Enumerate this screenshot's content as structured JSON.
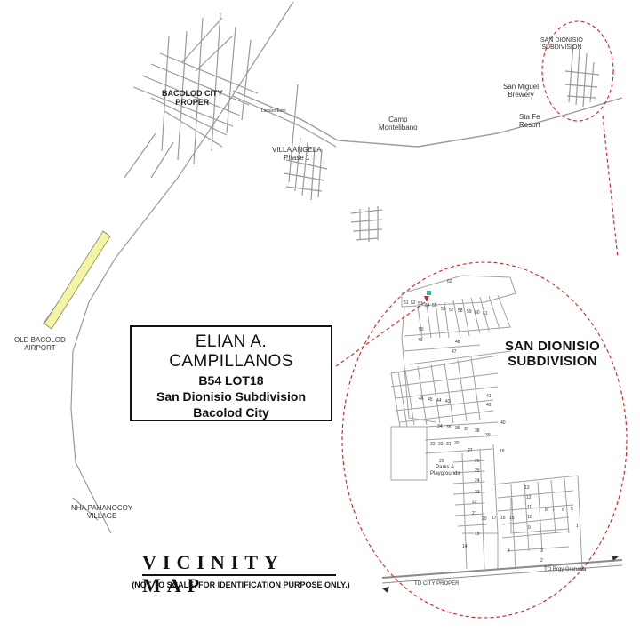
{
  "owner": {
    "name": "ELIAN A. CAMPILLANOS",
    "lot": "B54 LOT18",
    "subdivision": "San Dionisio Subdivision",
    "city": "Bacolod City"
  },
  "title": "VICINITY MAP",
  "note": "(NOT TO SCALE. FOR IDENTIFICATION PURPOSE ONLY.)",
  "subdivision_label": {
    "line1": "SAN DIONISIO",
    "line2": "SUBDIVISION"
  },
  "places": {
    "city_proper": {
      "line1": "BACOLOD CITY",
      "line2": "PROPER"
    },
    "old_airport": {
      "line1": "OLD BACOLOD",
      "line2": "AIRPORT"
    },
    "nha": {
      "line1": "NHA PAHANOCOY",
      "line2": "VILLAGE"
    },
    "villa_angela": {
      "line1": "VILLA ANGELA",
      "line2": "Phase 1"
    },
    "camp": {
      "line1": "Camp",
      "line2": "Montelibano"
    },
    "brewery": {
      "line1": "San Miguel",
      "line2": "Brewery"
    },
    "stafe": {
      "line1": "Sta Fe",
      "line2": "Resort"
    },
    "sd_small": {
      "line1": "SAN DIONISIO",
      "line2": "SUBDIVISION"
    },
    "to_city": "TO CITY PROPER",
    "to_granada": "TO Brgy Granada",
    "lacson": "Lacson Extn"
  },
  "colors": {
    "road": "#9a9a9a",
    "boundary": "#d42020",
    "airport": "#f4f4a8",
    "marker_red": "#e0201c",
    "marker_green": "#2fb89a"
  },
  "blocks": [
    {
      "id": "62",
      "n": "62"
    },
    {
      "id": "51",
      "n": "51"
    },
    {
      "id": "52",
      "n": "52"
    },
    {
      "id": "53",
      "n": "53"
    },
    {
      "id": "54",
      "n": "54"
    },
    {
      "id": "55",
      "n": "55"
    },
    {
      "id": "56",
      "n": "56"
    },
    {
      "id": "57",
      "n": "57"
    },
    {
      "id": "58",
      "n": "58"
    },
    {
      "id": "59",
      "n": "59"
    },
    {
      "id": "60",
      "n": "60"
    },
    {
      "id": "61",
      "n": "61"
    },
    {
      "id": "50",
      "n": "50"
    },
    {
      "id": "49",
      "n": "49"
    },
    {
      "id": "48",
      "n": "48"
    },
    {
      "id": "47",
      "n": "47"
    },
    {
      "id": "46",
      "n": "46"
    },
    {
      "id": "45",
      "n": "45"
    },
    {
      "id": "44",
      "n": "44"
    },
    {
      "id": "43",
      "n": "43"
    },
    {
      "id": "41",
      "n": "41"
    },
    {
      "id": "42",
      "n": "42"
    },
    {
      "id": "40",
      "n": "40"
    },
    {
      "id": "34",
      "n": "34"
    },
    {
      "id": "35",
      "n": "35"
    },
    {
      "id": "36",
      "n": "36"
    },
    {
      "id": "37",
      "n": "37"
    },
    {
      "id": "38",
      "n": "38"
    },
    {
      "id": "39",
      "n": "39"
    },
    {
      "id": "33",
      "n": "33"
    },
    {
      "id": "32",
      "n": "32"
    },
    {
      "id": "31",
      "n": "31"
    },
    {
      "id": "30",
      "n": "30"
    },
    {
      "id": "27",
      "n": "27"
    },
    {
      "id": "18",
      "n": "18"
    },
    {
      "id": "29",
      "n": "29"
    },
    {
      "id": "26",
      "n": "26"
    },
    {
      "id": "25",
      "n": "25"
    },
    {
      "id": "24",
      "n": "24"
    },
    {
      "id": "23",
      "n": "23"
    },
    {
      "id": "22",
      "n": "22"
    },
    {
      "id": "21",
      "n": "21"
    },
    {
      "id": "20",
      "n": "20"
    },
    {
      "id": "17",
      "n": "17"
    },
    {
      "id": "16",
      "n": "16"
    },
    {
      "id": "15",
      "n": "15"
    },
    {
      "id": "19",
      "n": "19"
    },
    {
      "id": "13",
      "n": "13"
    },
    {
      "id": "12",
      "n": "12"
    },
    {
      "id": "11",
      "n": "11"
    },
    {
      "id": "10",
      "n": "10"
    },
    {
      "id": "9",
      "n": "9"
    },
    {
      "id": "8",
      "n": "8"
    },
    {
      "id": "7",
      "n": "7"
    },
    {
      "id": "6",
      "n": "6"
    },
    {
      "id": "5",
      "n": "5"
    },
    {
      "id": "1",
      "n": "1"
    },
    {
      "id": "4",
      "n": "4"
    },
    {
      "id": "3",
      "n": "3"
    },
    {
      "id": "2",
      "n": "2"
    },
    {
      "id": "14",
      "n": "14"
    }
  ],
  "parks": {
    "line1": "Parks &",
    "line2": "Playgrounds"
  }
}
